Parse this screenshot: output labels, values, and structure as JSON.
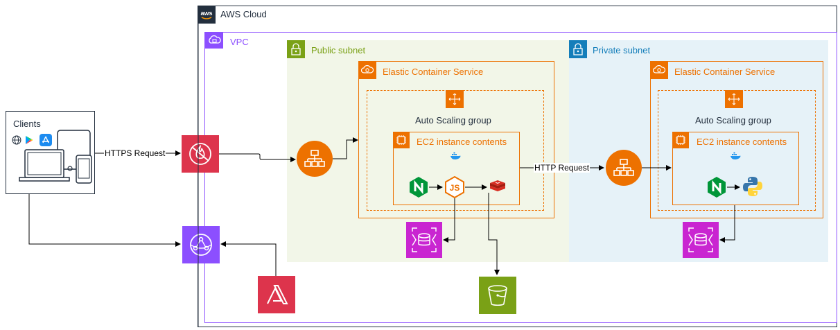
{
  "aws_cloud": {
    "label": "AWS Cloud",
    "logo": "aws"
  },
  "vpc": {
    "label": "VPC"
  },
  "public_subnet": {
    "label": "Public subnet"
  },
  "private_subnet": {
    "label": "Private subnet"
  },
  "public_ecs": {
    "label": "Elastic Container Service",
    "asg_label": "Auto Scaling group",
    "ec2_label": "EC2 instance contents"
  },
  "private_ecs": {
    "label": "Elastic Container Service",
    "asg_label": "Auto Scaling group",
    "ec2_label": "EC2 instance contents"
  },
  "clients": {
    "label": "Clients"
  },
  "edges": {
    "https_request": "HTTPS Request",
    "http_request": "HTTP Request"
  },
  "colors": {
    "aws_border": "#232F3E",
    "vpc": "#8C4FFF",
    "public_subnet": "#7AA116",
    "public_subnet_fill": "#F2F6E8",
    "private_subnet": "#147EBA",
    "private_subnet_fill": "#E6F2F8",
    "compute": "#ED7100",
    "security": "#DD344C",
    "networking": "#8C4FFF",
    "database": "#C925D1",
    "storage": "#7AA116",
    "nginx": "#009639",
    "nodejs": "#ED7100",
    "redis": "#D82C20",
    "python_blue": "#3776AB",
    "python_yellow": "#FFD43B",
    "docker": "#2496ED"
  },
  "icons": [
    "aws-logo-icon",
    "vpc-icon",
    "public-subnet-lock-icon",
    "private-subnet-lock-icon",
    "ecs-icon",
    "auto-scaling-icon",
    "ec2-chip-icon",
    "docker-icon",
    "nginx-icon",
    "nodejs-icon",
    "redis-icon",
    "python-icon",
    "load-balancer-icon",
    "waf-icon",
    "cloudfront-icon",
    "amplify-icon",
    "rds-icon",
    "s3-bucket-icon",
    "web-icon",
    "play-store-icon",
    "app-store-icon",
    "devices-icon"
  ]
}
